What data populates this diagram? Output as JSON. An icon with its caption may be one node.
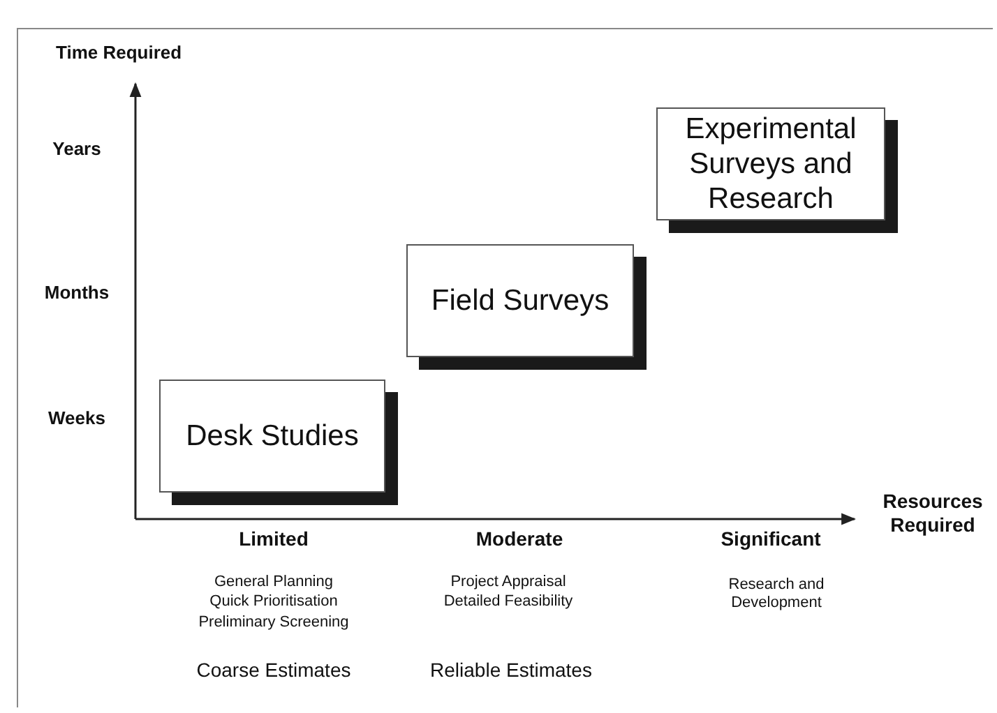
{
  "diagram": {
    "nodes": [
      {
        "text": [
          "Desk Studies"
        ]
      },
      {
        "text": [
          "Field Surveys"
        ]
      },
      {
        "text": [
          "Experimental Surveys and Research"
        ]
      }
    ],
    "labels": [
      "Time Required",
      "Years",
      "Months",
      "Weeks",
      "Resources Required",
      "Limited",
      "Moderate",
      "Significant",
      "General Planning",
      "Quick Prioritisation",
      "Preliminary Screening",
      "Project Appraisal",
      "Detailed Feasibility",
      "Research and Development",
      "Coarse Estimates",
      "Reliable Estimates"
    ]
  }
}
